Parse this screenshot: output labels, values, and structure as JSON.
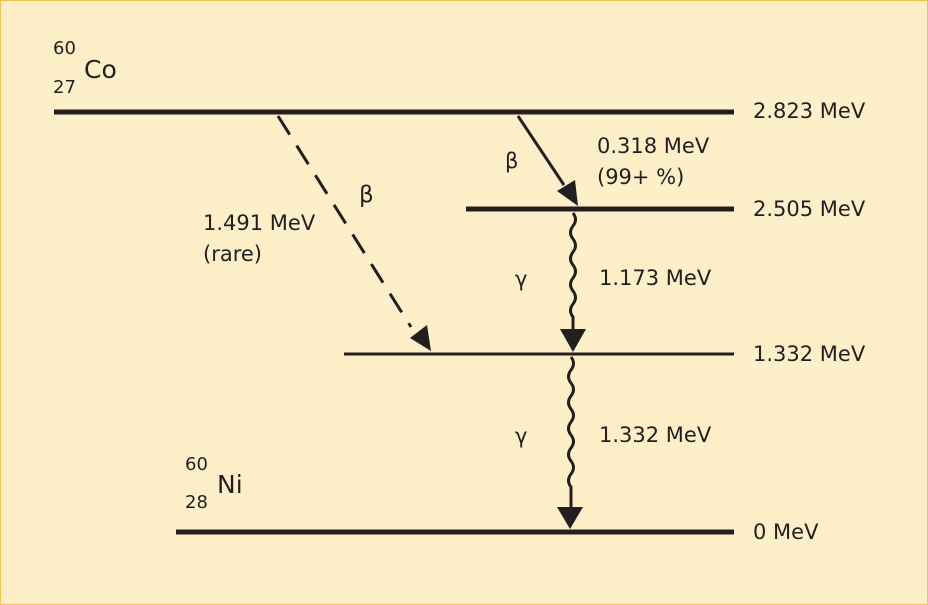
{
  "parent_nuclide": {
    "mass_number": "60",
    "atomic_number": "27",
    "symbol": "Co"
  },
  "daughter_nuclide": {
    "mass_number": "60",
    "atomic_number": "28",
    "symbol": "Ni"
  },
  "levels": [
    {
      "energy": "2.823 MeV"
    },
    {
      "energy": "2.505 MeV"
    },
    {
      "energy": "1.332 MeV"
    },
    {
      "energy": "0 MeV"
    }
  ],
  "transitions": {
    "beta_main": {
      "symbol": "β",
      "energy": "0.318 MeV",
      "branch": "(99+ %)"
    },
    "beta_rare": {
      "symbol": "β",
      "energy": "1.491 MeV",
      "branch": "(rare)"
    },
    "gamma_1": {
      "symbol": "γ",
      "energy": "1.173 MeV"
    },
    "gamma_2": {
      "symbol": "γ",
      "energy": "1.332 MeV"
    }
  },
  "colors": {
    "background": "#fdefc7",
    "border": "#f2c24a",
    "ink": "#231f20"
  }
}
